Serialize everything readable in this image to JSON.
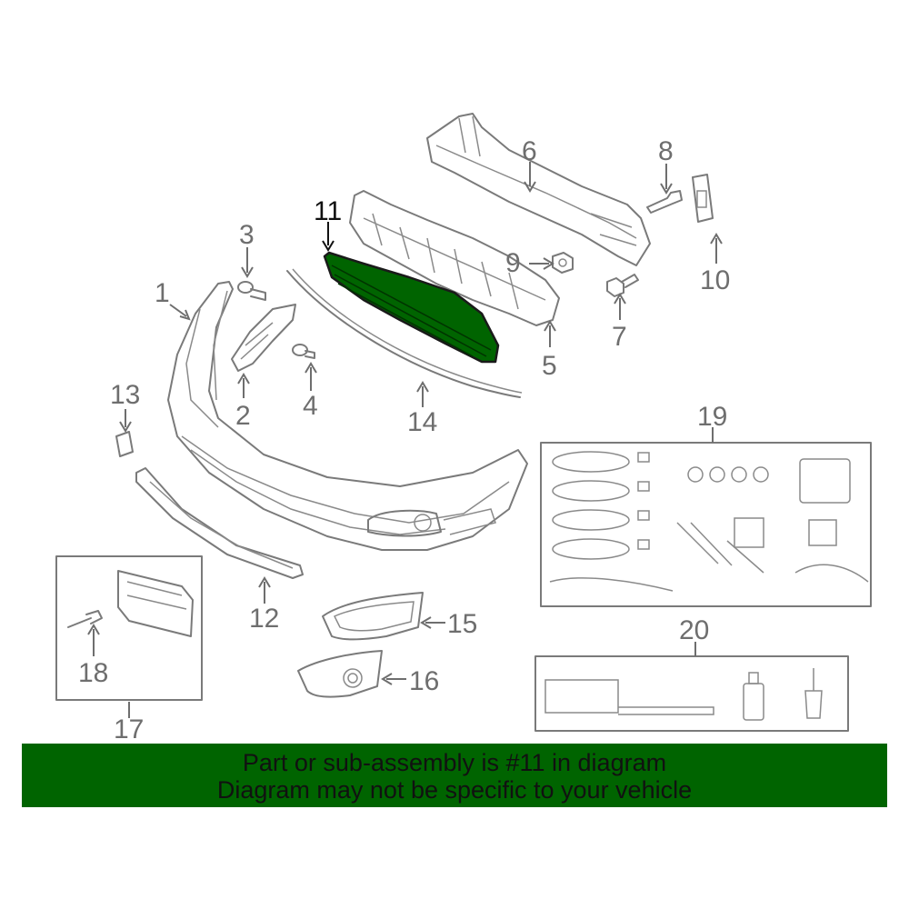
{
  "highlight": {
    "part_number": "11",
    "color": "#006400"
  },
  "callouts": {
    "c1": "1",
    "c2": "2",
    "c3": "3",
    "c4": "4",
    "c5": "5",
    "c6": "6",
    "c7": "7",
    "c8": "8",
    "c9": "9",
    "c10": "10",
    "c11": "11",
    "c12": "12",
    "c13": "13",
    "c14": "14",
    "c15": "15",
    "c16": "16",
    "c17": "17",
    "c18": "18",
    "c19": "19",
    "c20": "20"
  },
  "banner": {
    "line1": "Part or sub-assembly is #11 in diagram",
    "line2": "Diagram may not be specific to your vehicle",
    "background": "#006400"
  }
}
